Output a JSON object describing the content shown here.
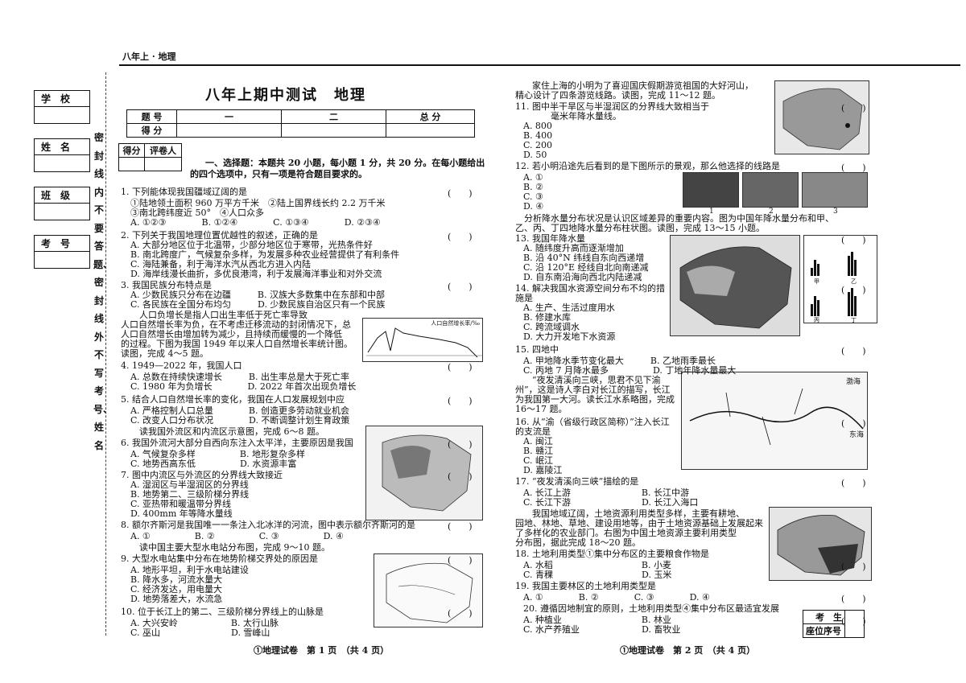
{
  "header": {
    "subject_tag": "八年上 · 地理"
  },
  "sidebar": {
    "fields": [
      "学　校",
      "姓　名",
      "班　级",
      "考　号"
    ],
    "seal_text": "密封线内不要答题、密封线外不写考号、姓名"
  },
  "title": "八年上期中测试　地理",
  "score_table": {
    "row1": [
      "题 号",
      "一",
      "二",
      "总 分"
    ],
    "row2_label": "得 分"
  },
  "grader": [
    "得分",
    "评卷人"
  ],
  "section1": [
    "一、选择题：本题共 20 小题，每小题 1 分，共 20 分。在每小题给出",
    "的四个选项中，只有一项是符合题目要求的。"
  ],
  "col1": [
    "1. 下列能体现我国疆域辽阔的是",
    "①陆地领土面积 960 万平方千米　②陆上国界线长约 2.2 万千米",
    "③南北跨纬度近 50°　④人口众多",
    "A. ①②③　　　　B. ①②④　　　　C. ①③④　　　　D. ②③④",
    "2. 下列关于我国地理位置优越性的叙述，正确的是",
    "A. 大部分地区位于北温带，少部分地区位于寒带，光热条件好",
    "B. 南北跨度广，气候复杂多样，为发展多种农业经营提供了有利条件",
    "C. 海陆兼备，利于海洋水汽从西北方进入内陆",
    "D. 海岸线漫长曲折，多优良港湾，利于发展海洋事业和对外交流",
    "3. 我国民族分布特点是",
    "A. 少数民族只分布在边疆　　　B. 汉族大多数集中在东部和中部",
    "C. 各民族在全国分布均匀　　　D. 少数民族自治区只有一个民族",
    "　人口负增长是指人口出生率低于死亡率导致",
    "人口自然增长率为负，在不考虑迁移流动的封闭情况下，总",
    "人口自然增长由增加转为减少，且持续而缓慢的一个降低",
    "的过程。下图为我国 1949 年以来人口自然增长率统计图。",
    "读图，完成 4～5 题。",
    "4. 1949—2022 年，我国人口",
    "A. 总数在持续快速增长　　　B. 出生率总是大于死亡率",
    "C. 1980 年为负增长　　　　D. 2022 年首次出现负增长",
    "5. 结合人口自然增长率的变化，我国在人口发展规划中应",
    "A. 严格控制人口总量　　　　B. 创造更多劳动就业机会",
    "C. 改变人口分布状况　　　　D. 不断调整计划生育政策",
    "　读我国外流区和内流区示意图，完成 6～8 题。",
    "6. 我国外流河大部分自西向东注入太平洋，主要原因是我国",
    "A. 气候复杂多样　　　　　B. 地形复杂多样",
    "C. 地势西高东低　　　　　D. 水资源丰富",
    "7. 图中内流区与外流区的分界线大致接近",
    "A. 湿润区与半湿润区的分界线",
    "B. 地势第二、三级阶梯分界线",
    "C. 亚热带和暖温带分界线",
    "D. 400mm 年等降水量线",
    "8. 额尔齐斯河是我国唯一一条注入北冰洋的河流，图中表示额尔齐斯河的是",
    "A. ①　　　　　B. ②　　　　　C. ③　　　　　D. ④",
    "　读中国主要大型水电站分布图，完成 9～10 题。",
    "9. 大型水电站集中分布在地势阶梯交界处的原因是",
    "A. 地形平坦，利于水电站建设",
    "B. 降水多，河流水量大",
    "C. 经济发达，用电量大",
    "D. 地势落差大，水流急",
    "10. 位于长江上的第二、三级阶梯分界线上的山脉是",
    "A. 大兴安岭　　　　　　B. 太行山脉",
    "C. 巫山　　　　　　　　D. 雪峰山"
  ],
  "col2": [
    "　家住上海的小明为了喜迎国庆假期游览祖国的大好河山，",
    "精心设计了四条游览线路。读图，完成 11～12 题。",
    "11. 图中半干旱区与半湿润区的分界线大致相当于",
    "　　　　毫米年降水量线。",
    "A. 800",
    "B. 400",
    "C. 200",
    "D. 50",
    "12. 若小明沿途先后看到的是下图所示的景观，那么他选择的线路是",
    "A. ①",
    "B. ②",
    "C. ③",
    "D. ④",
    "　分析降水量分布状况是认识区域差异的重要内容。图为中国年降水量分布和甲、",
    "乙、丙、丁四地降水量分布柱状图。读图，完成 13～15 小题。",
    "13. 我国年降水量",
    "A. 随纬度升高而逐渐增加",
    "B. 沿 40°N 纬线自东向西递增",
    "C. 沿 120°E 经线自北向南递减",
    "D. 自东南沿海向西北内陆递减",
    "14. 解决我国水资源空间分布不均的措",
    "施是",
    "A. 生产、生活过度用水",
    "B. 修建水库",
    "C. 跨流域调水",
    "D. 大力开发地下水资源",
    "15. 四地中",
    "A. 甲地降水季节变化最大　　　B. 乙地雨季最长",
    "C. 丙地 7 月降水最多　　　　　D. 丁地年降水量最大",
    "　“夜发清溪向三峡，思君不见下渝",
    "州”，这是诗人李白对长江的描写，长江",
    "为我国第一大河。读长江水系略图，完成",
    "16～17 题。",
    "16. 从“渝（省级行政区简称）”注入长江",
    "的支流是",
    "A. 闽江",
    "B. 赣江",
    "C. 岷江",
    "D. 嘉陵江",
    "17. “夜发清溪向三峡”描绘的是",
    "A. 长江上游　　　　　　　　B. 长江中游",
    "C. 长江下游　　　　　　　　D. 长江入海口",
    "　我国地域辽阔，土地资源利用类型多样，主要有耕地、",
    "园地、林地、草地、建设用地等，由于土地资源基础上发展起来",
    "了多样化的农业部门。右图为中国土地资源主要利用类型",
    "分布图，据此完成 18～20 题。",
    "18. 土地利用类型①集中分布区的主要粮食作物是",
    "A. 水稻　　　　　　　　　　B. 小麦",
    "C. 青稞　　　　　　　　　　D. 玉米",
    "19. 我国主要林区的土地利用类型是",
    "A. ①　　　　B. ②　　　　C. ③　　　　D. ④",
    "20. 遵循因地制宜的原则，土地利用类型④集中分布区最适宜发展",
    "A. 种植业　　　　　　　　　B. 林业",
    "C. 水产养殖业　　　　　　　D. 畜牧业"
  ],
  "paren": "(　　)",
  "fig_labels": {
    "pop_chart_title": "人口自然增长率/‰",
    "landscape_nums": [
      "1",
      "2",
      "3"
    ],
    "yangtze_sea": "东海",
    "bohai": "渤海",
    "bar_labels": [
      "甲",
      "乙",
      "丙",
      "丁"
    ]
  },
  "footer": {
    "left": "①地理试卷　第 1 页　（共 4 页）",
    "right": "①地理试卷　第 2 页　（共 4 页）"
  },
  "seat": [
    "考　生",
    "座位序号"
  ]
}
